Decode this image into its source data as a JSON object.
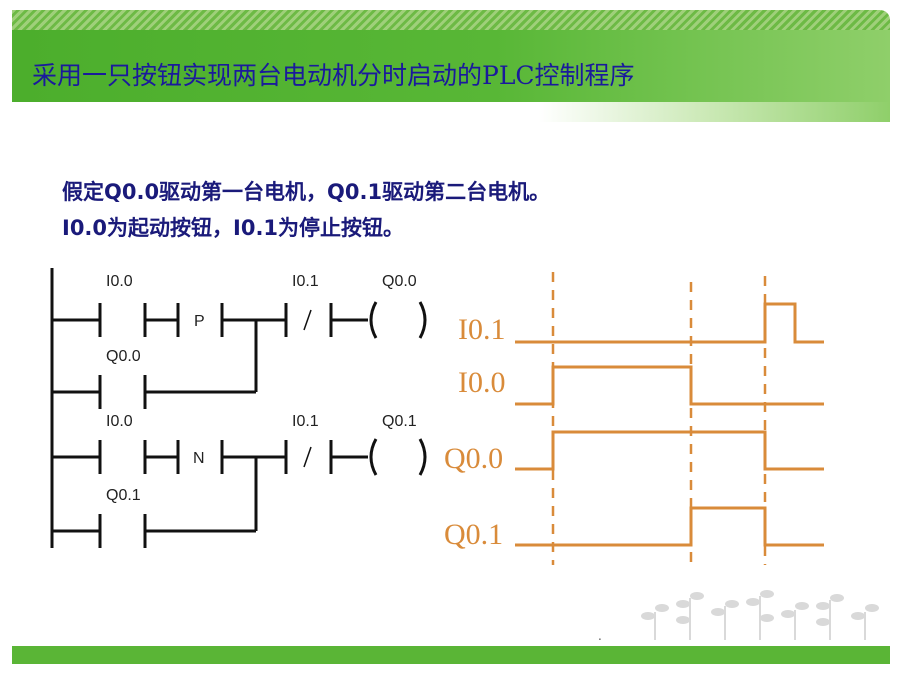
{
  "title": "采用一只按钮实现两台电动机分时启动的PLC控制程序",
  "description": {
    "line1": "假定Q0.0驱动第一台电机，Q0.1驱动第二台电机。",
    "line2": "I0.0为起动按钮，I0.1为停止按钮。"
  },
  "ladder": {
    "rung1": {
      "contact_a": "I0.0",
      "edge": "P",
      "contact_nc": "I0.1",
      "nc_symbol": "/",
      "coil": "Q0.0",
      "seal": "Q0.0"
    },
    "rung2": {
      "contact_a": "I0.0",
      "edge": "N",
      "contact_nc": "I0.1",
      "nc_symbol": "/",
      "coil": "Q0.1",
      "seal": "Q0.1"
    }
  },
  "timing": {
    "signals": [
      "I0.1",
      "I0.0",
      "Q0.0",
      "Q0.1"
    ],
    "color": "#d98b3a"
  },
  "footer_mark": "."
}
